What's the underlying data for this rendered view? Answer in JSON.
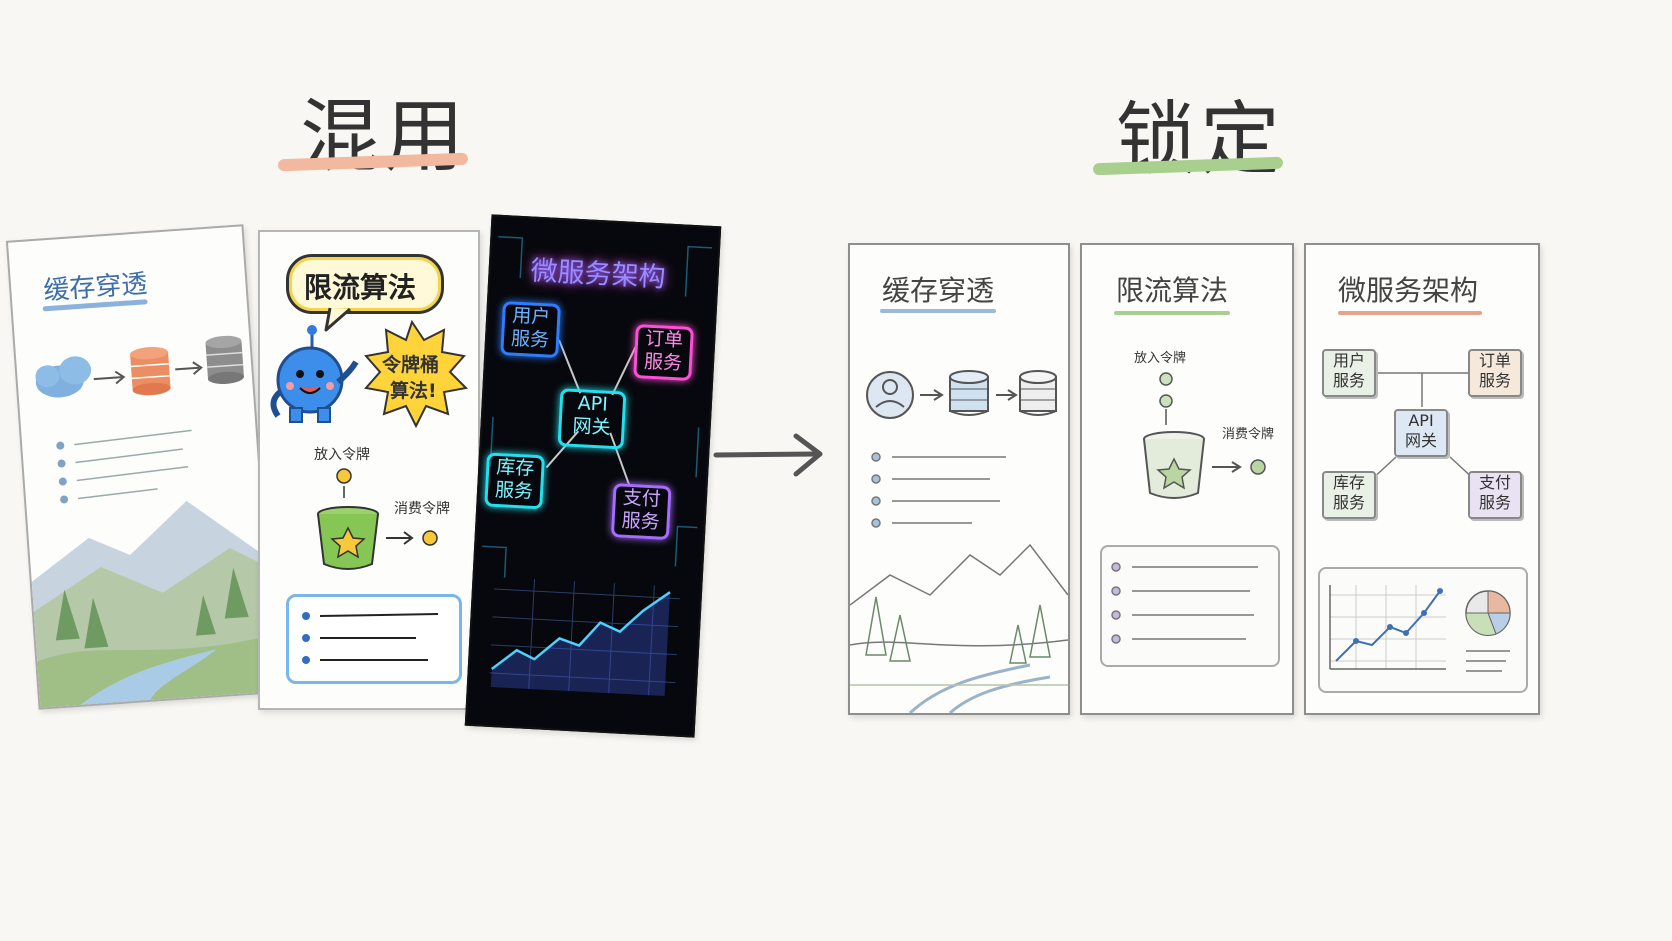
{
  "headings": {
    "mixed": "混用",
    "locked": "锁定"
  },
  "mixed": {
    "card1": {
      "title": "缓存穿透"
    },
    "card2": {
      "title": "限流算法",
      "burst": [
        "令牌桶",
        "算法!"
      ],
      "put_token": "放入令牌",
      "consume_token": "消费令牌"
    },
    "card3": {
      "title": "微服务架构",
      "nodes": {
        "user": [
          "用户",
          "服务"
        ],
        "order": [
          "订单",
          "服务"
        ],
        "gateway": [
          "API",
          "网关"
        ],
        "stock": [
          "库存",
          "服务"
        ],
        "pay": [
          "支付",
          "服务"
        ]
      }
    }
  },
  "locked": {
    "card1": {
      "title": "缓存穿透"
    },
    "card2": {
      "title": "限流算法",
      "put_token": "放入令牌",
      "consume_token": "消费令牌"
    },
    "card3": {
      "title": "微服务架构",
      "nodes": {
        "user": [
          "用户",
          "服务"
        ],
        "order": [
          "订单",
          "服务"
        ],
        "gateway": [
          "API",
          "网关"
        ],
        "stock": [
          "库存",
          "服务"
        ],
        "pay": [
          "支付",
          "服务"
        ]
      }
    }
  },
  "colors": {
    "mixed_underline": "#f2b8a0",
    "locked_underline": "#a9cf8f",
    "neon_blue": "#2f7dff",
    "neon_pink": "#ff4fd8",
    "neon_cyan": "#22e0ee"
  }
}
